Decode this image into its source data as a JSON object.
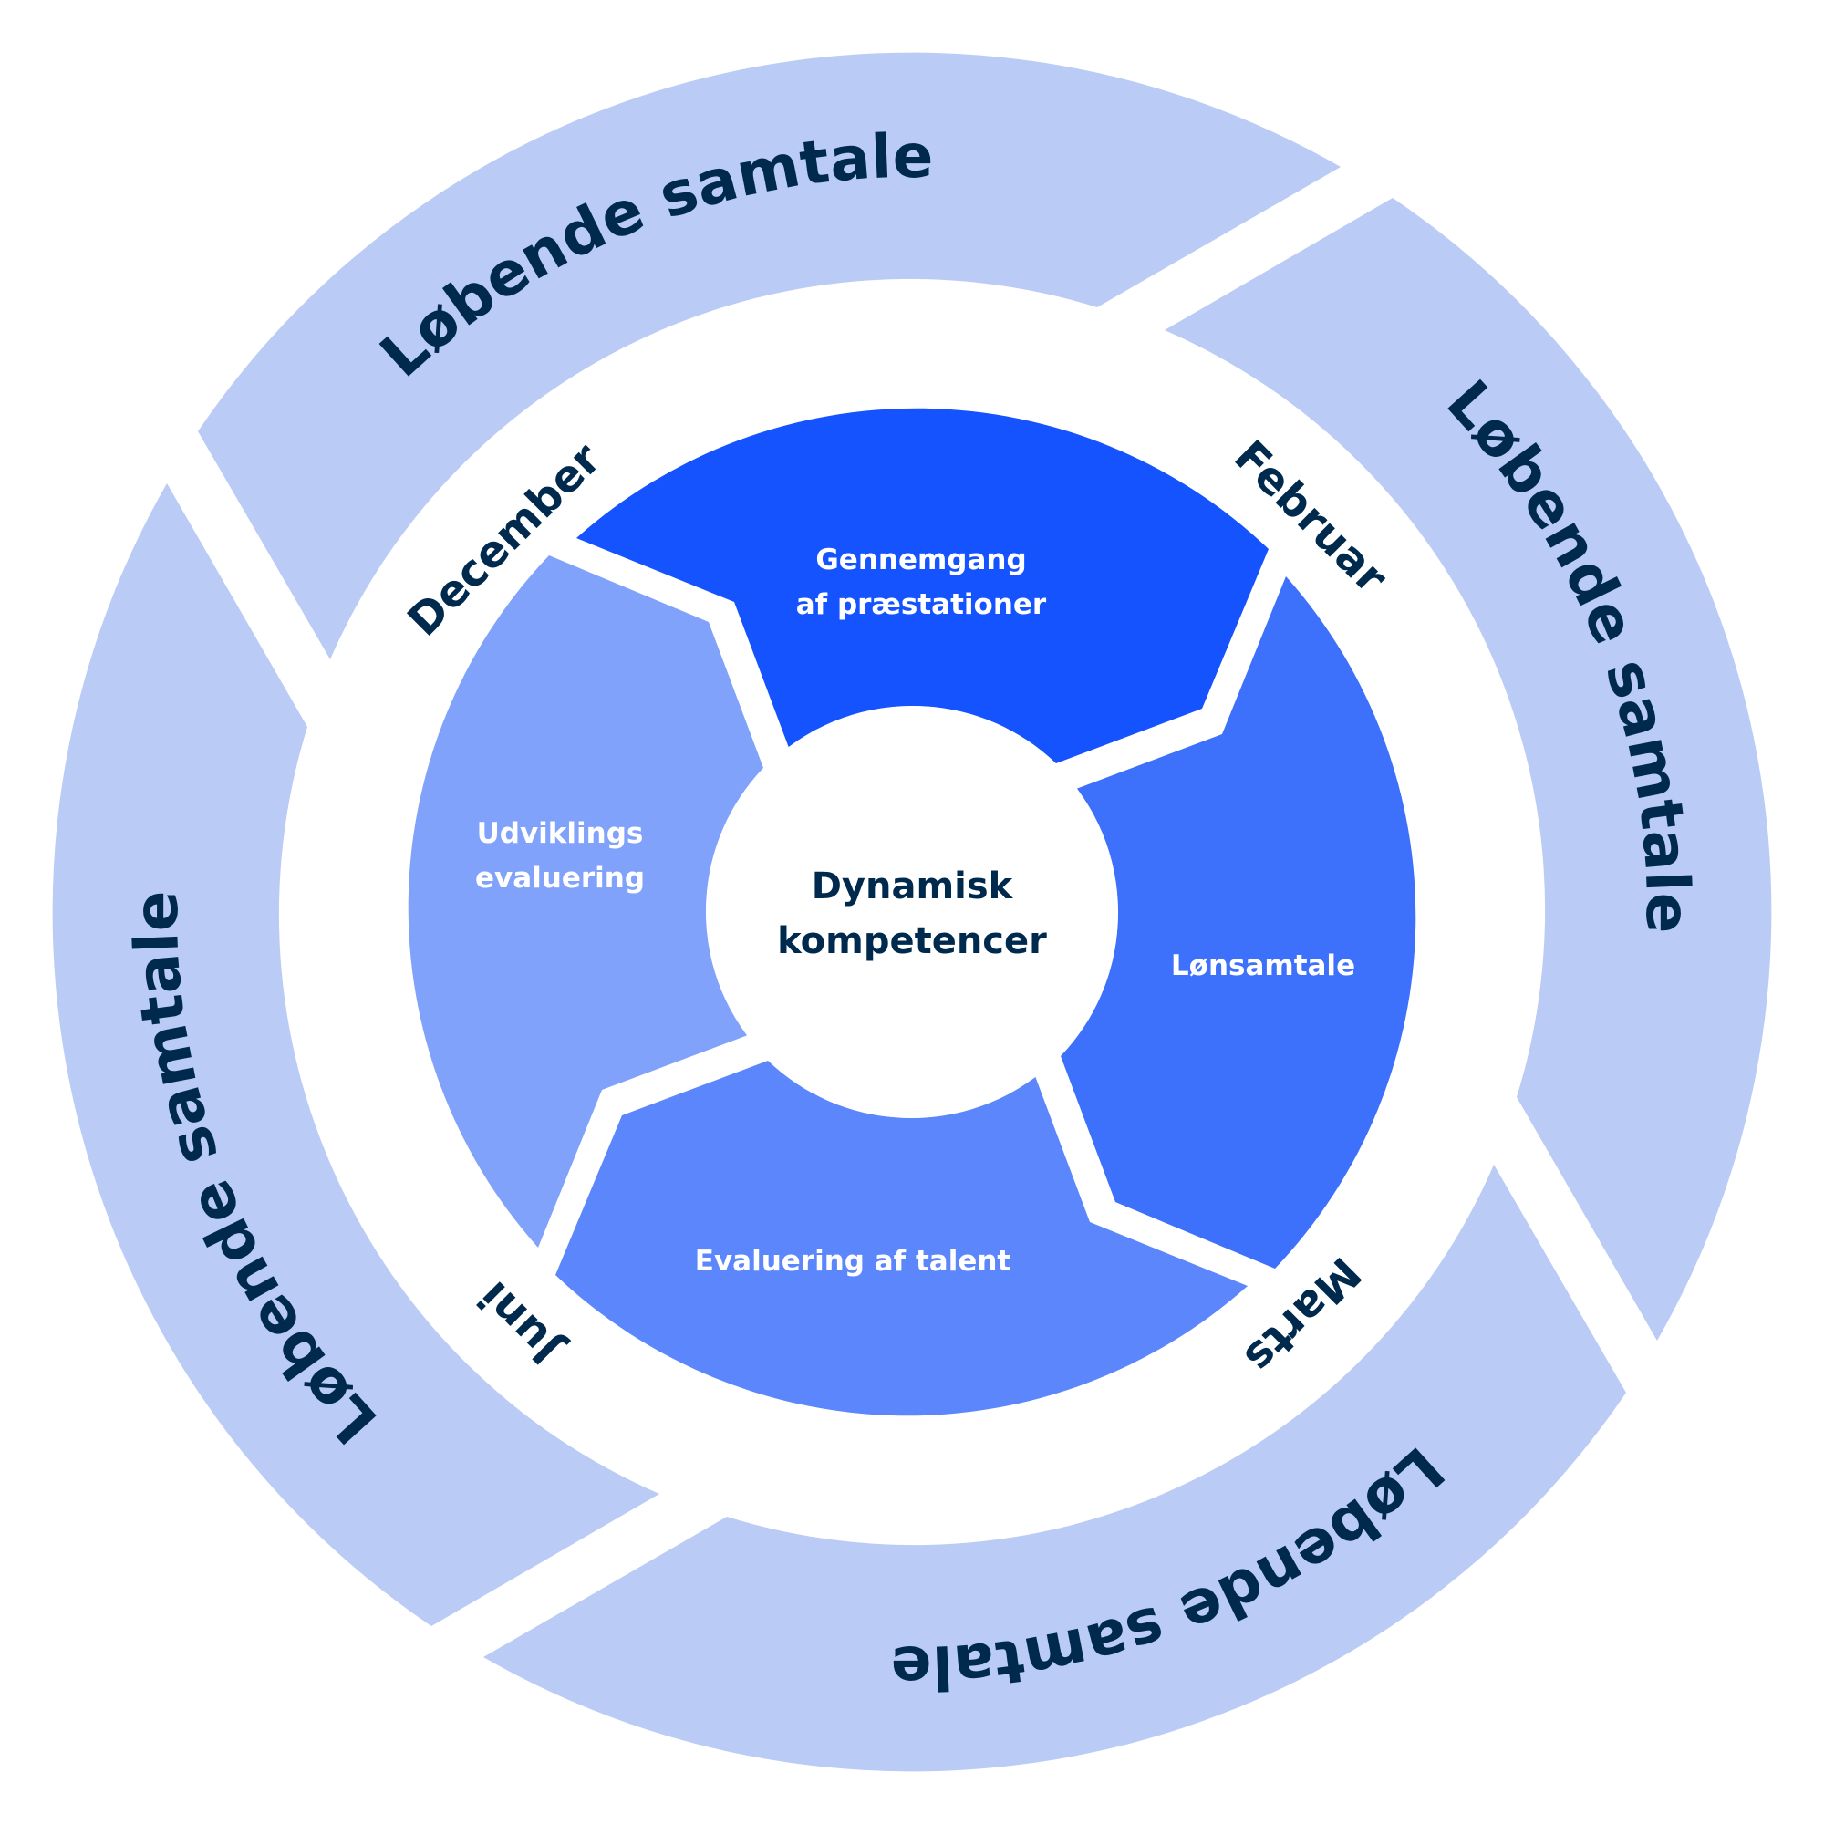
{
  "diagram": {
    "title": "Dynamisk kompetencer",
    "center": {
      "lines": [
        "Dynamisk",
        "kompetencer"
      ],
      "color": "#002a4d"
    },
    "outer_ring": {
      "color": "#bacbf5",
      "text_color": "#002a4d",
      "segments": [
        {
          "label": "Løbende samtale"
        },
        {
          "label": "Løbende samtale"
        },
        {
          "label": "Løbende samtale"
        },
        {
          "label": "Løbende samtale"
        }
      ]
    },
    "inner_ring": {
      "segments": [
        {
          "lines": [
            "Gennemgang",
            "af præstationer"
          ],
          "color": "#1553ff"
        },
        {
          "lines": [
            "Lønsamtale"
          ],
          "color": "#3d70fb"
        },
        {
          "lines": [
            "Evaluering af talent"
          ],
          "color": "#5b86fc"
        },
        {
          "lines": [
            "Udviklings",
            "evaluering"
          ],
          "color": "#80a2fa"
        }
      ]
    },
    "months": [
      {
        "label": "December"
      },
      {
        "label": "Februar"
      },
      {
        "label": "Marts"
      },
      {
        "label": "Juni"
      }
    ]
  }
}
